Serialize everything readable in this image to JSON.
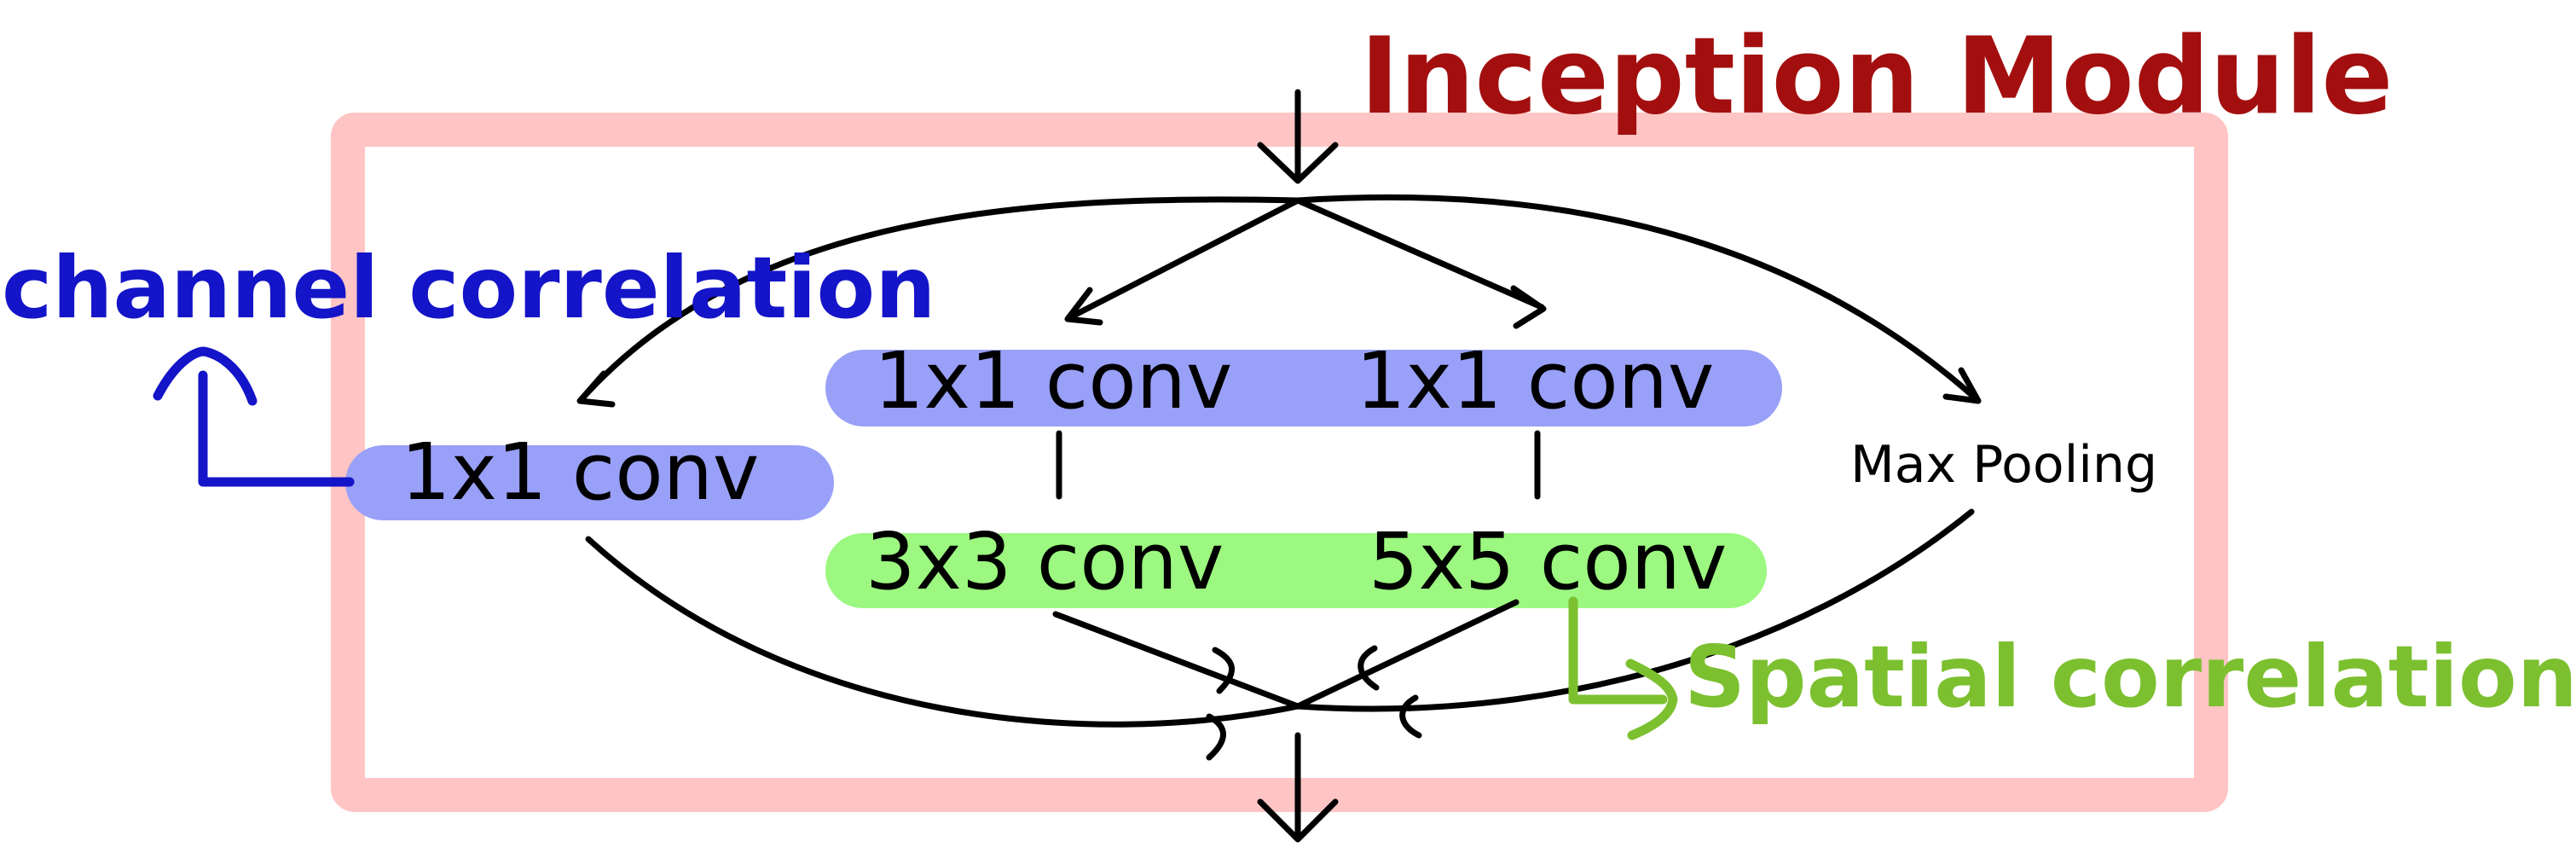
{
  "title": "Inception Module",
  "annotations": {
    "channel": "channel correlation",
    "spatial": "Spatial correlation"
  },
  "branches": {
    "left": {
      "conv1": "1x1 conv"
    },
    "center_left": {
      "conv1": "1x1 conv",
      "conv2": "3x3 conv"
    },
    "center_right": {
      "conv1": "1x1 conv",
      "conv2": "5x5 conv"
    },
    "right": {
      "pool": "Max Pooling"
    }
  },
  "colors": {
    "title": "#a30f0f",
    "module_frame": "#ffc4c4",
    "channel_text": "#1414c8",
    "channel_band": "#99a0f8",
    "spatial_text": "#7cc030",
    "spatial_band": "#9cf880",
    "stroke": "#000000"
  },
  "icons": {
    "input_arrow": "arrow-down-icon",
    "output_arrow": "arrow-down-icon"
  }
}
